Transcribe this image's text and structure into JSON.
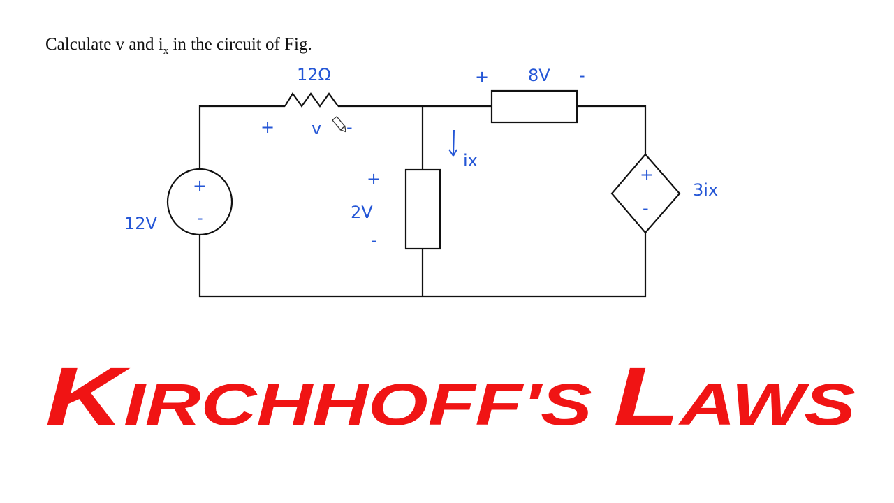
{
  "question": {
    "prefix": "Calculate v and i",
    "sub": "x",
    "suffix": " in the circuit of Fig."
  },
  "labels": {
    "resistor": "12Ω",
    "source": "12V",
    "plus": "+",
    "minus": "-",
    "v": "v",
    "middle_voltage": "2V",
    "top_voltage": "8V",
    "ix": "ix",
    "dependent": "3ix"
  },
  "title": {
    "first": "K",
    "rest1": "IRCHHOFF'S ",
    "second": "L",
    "rest2": "AWS"
  },
  "colors": {
    "ink": "#2456d6",
    "title": "#f01414",
    "wire": "#111111"
  }
}
